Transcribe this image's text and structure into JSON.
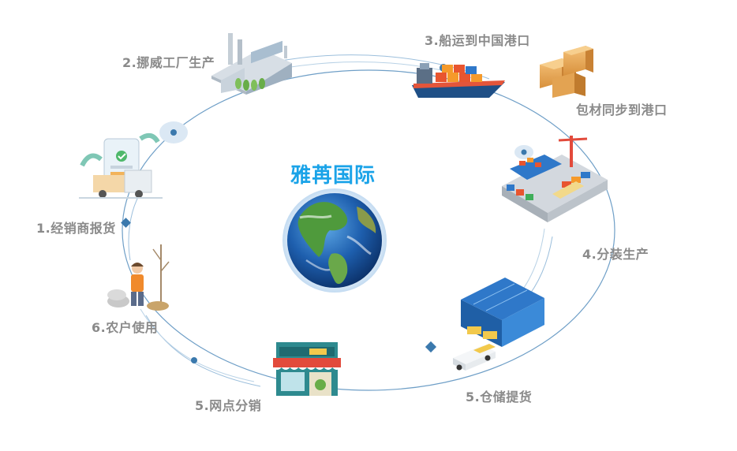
{
  "center": {
    "title": "雅苒国际"
  },
  "steps": [
    {
      "id": "dealer",
      "label": "1.经销商报货"
    },
    {
      "id": "factory",
      "label": "2.挪威工厂生产"
    },
    {
      "id": "ship",
      "label": "3.船运到中国港口"
    },
    {
      "id": "packaging",
      "label": "包材同步到港口"
    },
    {
      "id": "assembly",
      "label": "4.分装生产"
    },
    {
      "id": "warehouse",
      "label": "5.仓储提货"
    },
    {
      "id": "retail",
      "label": "5.网点分销"
    },
    {
      "id": "farmer",
      "label": "6.农户使用"
    }
  ],
  "colors": {
    "ring": "#6f9fc7",
    "ring_light": "#b9d2e6",
    "label": "#8a8a8a",
    "title": "#1aa3e8",
    "diamond": "#3b79ad",
    "ship_hull": "#1f4f86",
    "container_red": "#e8552f",
    "container_orange": "#f59a2b",
    "warehouse_blue": "#2f78c9",
    "factory_gray": "#b7c2cc",
    "store_awning": "#e24a3b",
    "earth_ocean": "#1e5fae",
    "earth_land": "#4f9a3c"
  },
  "icons": [
    "factory-icon",
    "cargo-ship-icon",
    "cardboard-boxes-icon",
    "port-crane-icon",
    "warehouse-icon",
    "delivery-truck-icon",
    "store-icon",
    "farmer-icon",
    "phone-truck-icon",
    "earth-globe-icon"
  ]
}
